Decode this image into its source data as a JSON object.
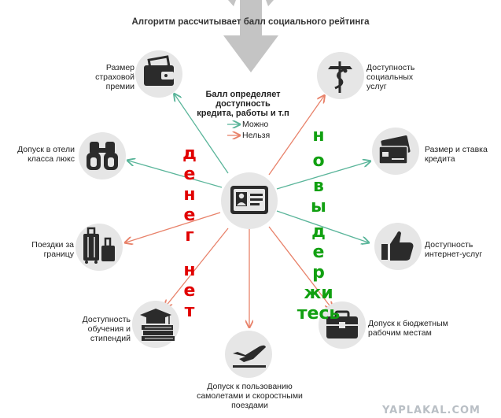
{
  "headline": "Алгоритм рассчитывает балл социального рейтинга",
  "center_box": {
    "title": "Балл определяет доступность кредита, работы и т.п",
    "legend": [
      {
        "label": "Можно",
        "color": "#5ab59a"
      },
      {
        "label": "Нельзя",
        "color": "#e8826a"
      }
    ]
  },
  "nodes": {
    "insurance": {
      "label": "Размер страховой премии",
      "icon": "wallet-icon"
    },
    "social": {
      "label": "Доступность социальных услуг",
      "icon": "caduceus-icon"
    },
    "hotels": {
      "label": "Допуск в отели класса люкс",
      "icon": "binoculars-icon"
    },
    "credit": {
      "label": "Размер и ставка кредита",
      "icon": "credit-card-icon"
    },
    "abroad": {
      "label": "Поездки за границу",
      "icon": "suitcases-icon"
    },
    "internet": {
      "label": "Доступность интернет-услуг",
      "icon": "thumbs-up-icon"
    },
    "education": {
      "label": "Доступность обучения и стипендий",
      "icon": "graduation-cap-icon"
    },
    "jobs": {
      "label": "Допуск к бюджетным рабочим местам",
      "icon": "briefcase-icon"
    },
    "transport": {
      "label": "Допуск к пользованию самолетами и скоростными поездами",
      "icon": "airplane-icon"
    }
  },
  "overlay_red": [
    "д",
    "е",
    "н",
    "е",
    "г",
    "н",
    "е",
    "т"
  ],
  "overlay_green": [
    "н",
    "о",
    "в",
    "ы",
    "д",
    "е",
    "р",
    "жи",
    "тесь"
  ],
  "colors": {
    "allowed": "#5ab59a",
    "denied": "#e8826a",
    "icon_bg": "#e6e6e6",
    "icon_fg": "#2b2b2b",
    "red_text": "#e10000",
    "green_text": "#11a011",
    "top_arrow": "#c4c4c4"
  },
  "watermark": "YAPLAKAL.COM"
}
